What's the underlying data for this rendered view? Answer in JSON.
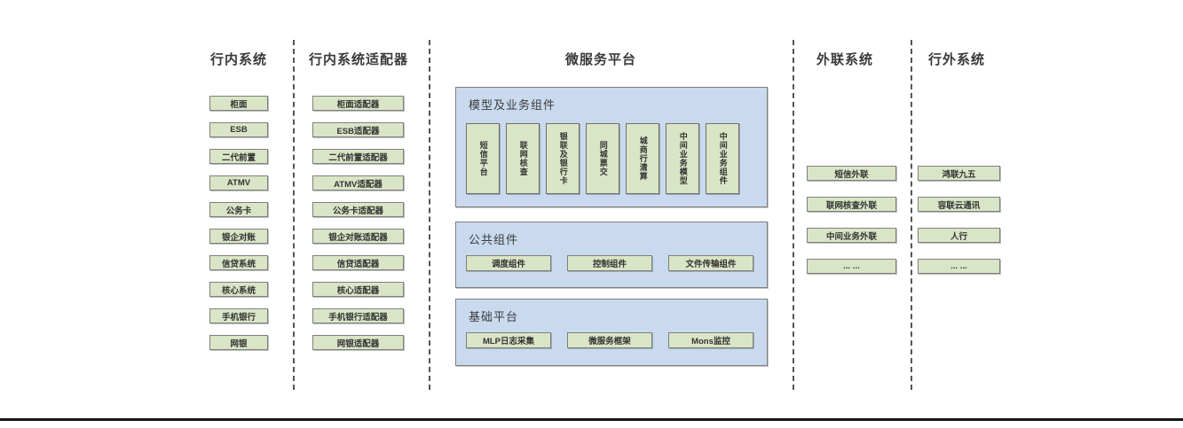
{
  "columns": {
    "internal": {
      "title": "行内系统",
      "items": [
        "柜面",
        "ESB",
        "二代前置",
        "ATMV",
        "公务卡",
        "银企对账",
        "信贷系统",
        "核心系统",
        "手机银行",
        "网银"
      ]
    },
    "adapters": {
      "title": "行内系统适配器",
      "items": [
        "柜面适配器",
        "ESB适配器",
        "二代前置适配器",
        "ATMV适配器",
        "公务卡适配器",
        "银企对账适配器",
        "信贷适配器",
        "核心适配器",
        "手机银行适配器",
        "网银适配器"
      ]
    },
    "microservice": {
      "title": "微服务平台",
      "panels": [
        {
          "label": "模型及业务组件",
          "items": [
            "短信平台",
            "联网核查",
            "银联及银行卡",
            "同城票交",
            "城商行清算",
            "中间业务模型",
            "中间业务组件"
          ]
        },
        {
          "label": "公共组件",
          "items": [
            "调度组件",
            "控制组件",
            "文件传输组件"
          ]
        },
        {
          "label": "基础平台",
          "items": [
            "MLP日志采集",
            "微服务框架",
            "Mons监控"
          ]
        }
      ]
    },
    "external_link": {
      "title": "外联系统",
      "items": [
        "短信外联",
        "联网核查外联",
        "中间业务外联",
        "... ..."
      ]
    },
    "external": {
      "title": "行外系统",
      "items": [
        "鸿联九五",
        "容联云通讯",
        "人行",
        "... ..."
      ]
    }
  },
  "colors": {
    "box_fill": "#d9e5c6",
    "box_border": "#7f7f7f",
    "panel_fill": "#c9daee",
    "panel_border": "#7f7f7f",
    "separator": "#555555",
    "baseline": "#151515",
    "text": "#333333"
  }
}
